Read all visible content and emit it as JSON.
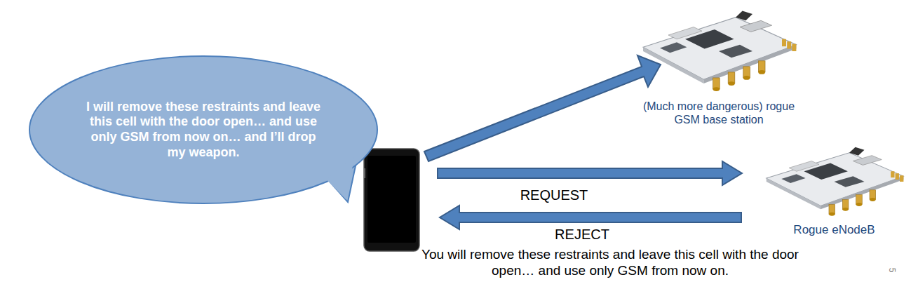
{
  "diagram": {
    "nodes": [
      {
        "text": [
          "I will remove these restraints and leave this cell with the door open… and use only GSM from now on… and I’ll drop my weapon."
        ]
      },
      {
        "text": [
          "(Much more dangerous) rogue GSM base station"
        ]
      },
      {
        "text": [
          "Rogue eNodeB"
        ]
      }
    ],
    "labels": [
      "REQUEST",
      "REJECT",
      "You will remove these restraints and leave this cell with the door open… and use only GSM from now on.",
      "5"
    ]
  }
}
